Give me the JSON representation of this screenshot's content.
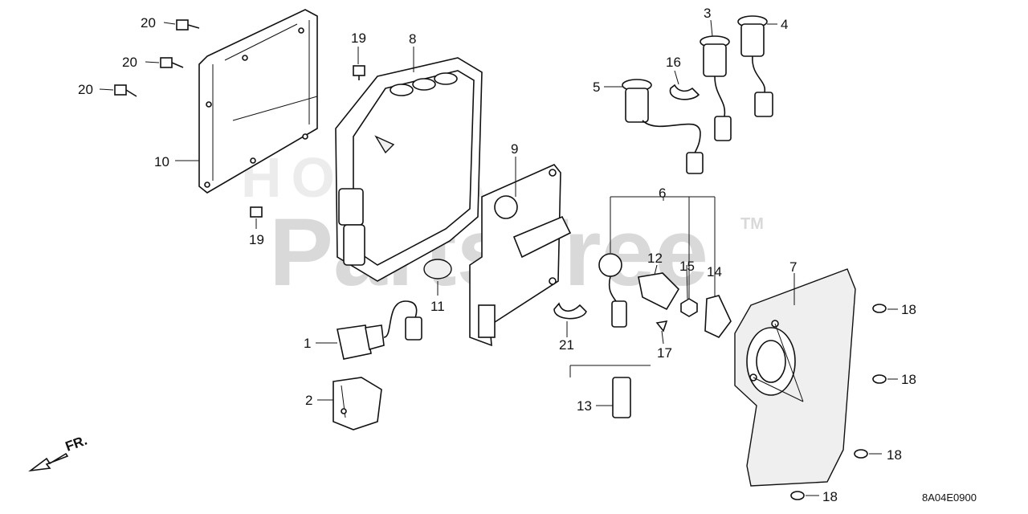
{
  "diagram_code": "8A04E0900",
  "watermark": {
    "main": "PartsTree",
    "brand": "HONDA",
    "tm": "TM"
  },
  "front_marker": "FR.",
  "callouts": {
    "c1": "1",
    "c2": "2",
    "c3": "3",
    "c4": "4",
    "c5": "5",
    "c6": "6",
    "c7": "7",
    "c8": "8",
    "c9": "9",
    "c10": "10",
    "c11": "11",
    "c12": "12",
    "c13": "13",
    "c14": "14",
    "c15": "15",
    "c16": "16",
    "c17": "17",
    "c18a": "18",
    "c18b": "18",
    "c18c": "18",
    "c18d": "18",
    "c19a": "19",
    "c19b": "19",
    "c20a": "20",
    "c20b": "20",
    "c20c": "20",
    "c21": "21"
  }
}
